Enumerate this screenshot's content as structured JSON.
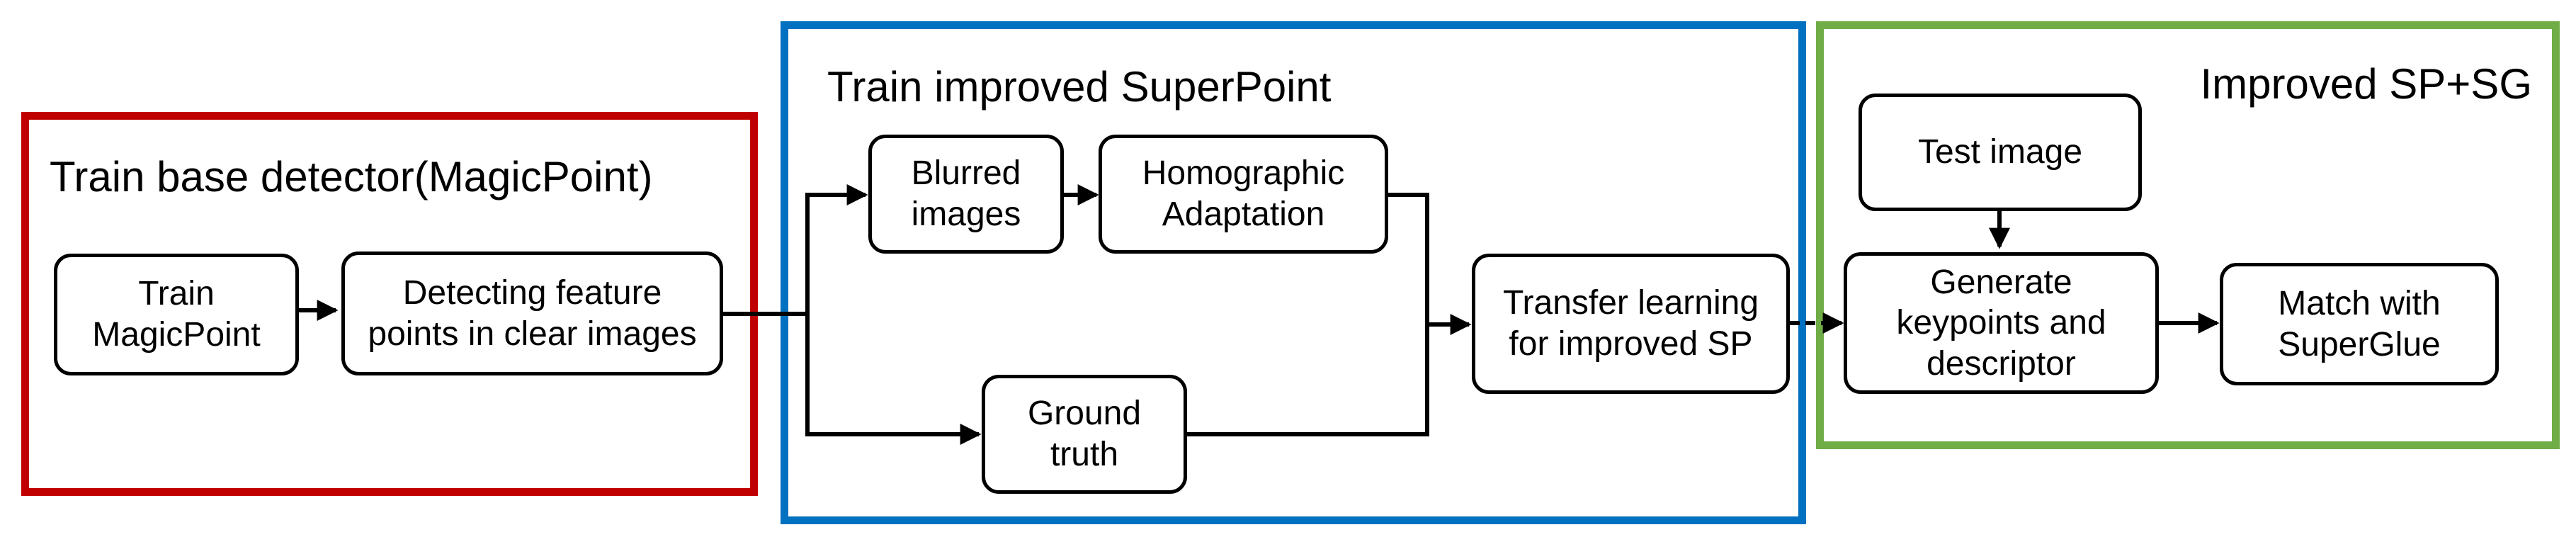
{
  "colors": {
    "base_group_border": "#C00000",
    "superpoint_group_border": "#0070C0",
    "sp_sg_group_border": "#70AD47",
    "arrow": "#000000"
  },
  "groups": {
    "base_detector": {
      "title": "Train base detector(MagicPoint)"
    },
    "improved_superpoint": {
      "title": "Train improved SuperPoint"
    },
    "improved_sp_sg": {
      "title": "Improved SP+SG"
    }
  },
  "nodes": {
    "train_magicpoint": "Train\nMagicPoint",
    "detecting_feature_points": "Detecting feature\npoints in clear images",
    "blurred_images": "Blurred\nimages",
    "homographic_adaptation": "Homographic\nAdaptation",
    "ground_truth": "Ground\ntruth",
    "transfer_learning": "Transfer learning\nfor improved SP",
    "test_image": "Test image",
    "generate_keypoints": "Generate\nkeypoints and\ndescriptor",
    "match_superglue": "Match with\nSuperGlue"
  }
}
